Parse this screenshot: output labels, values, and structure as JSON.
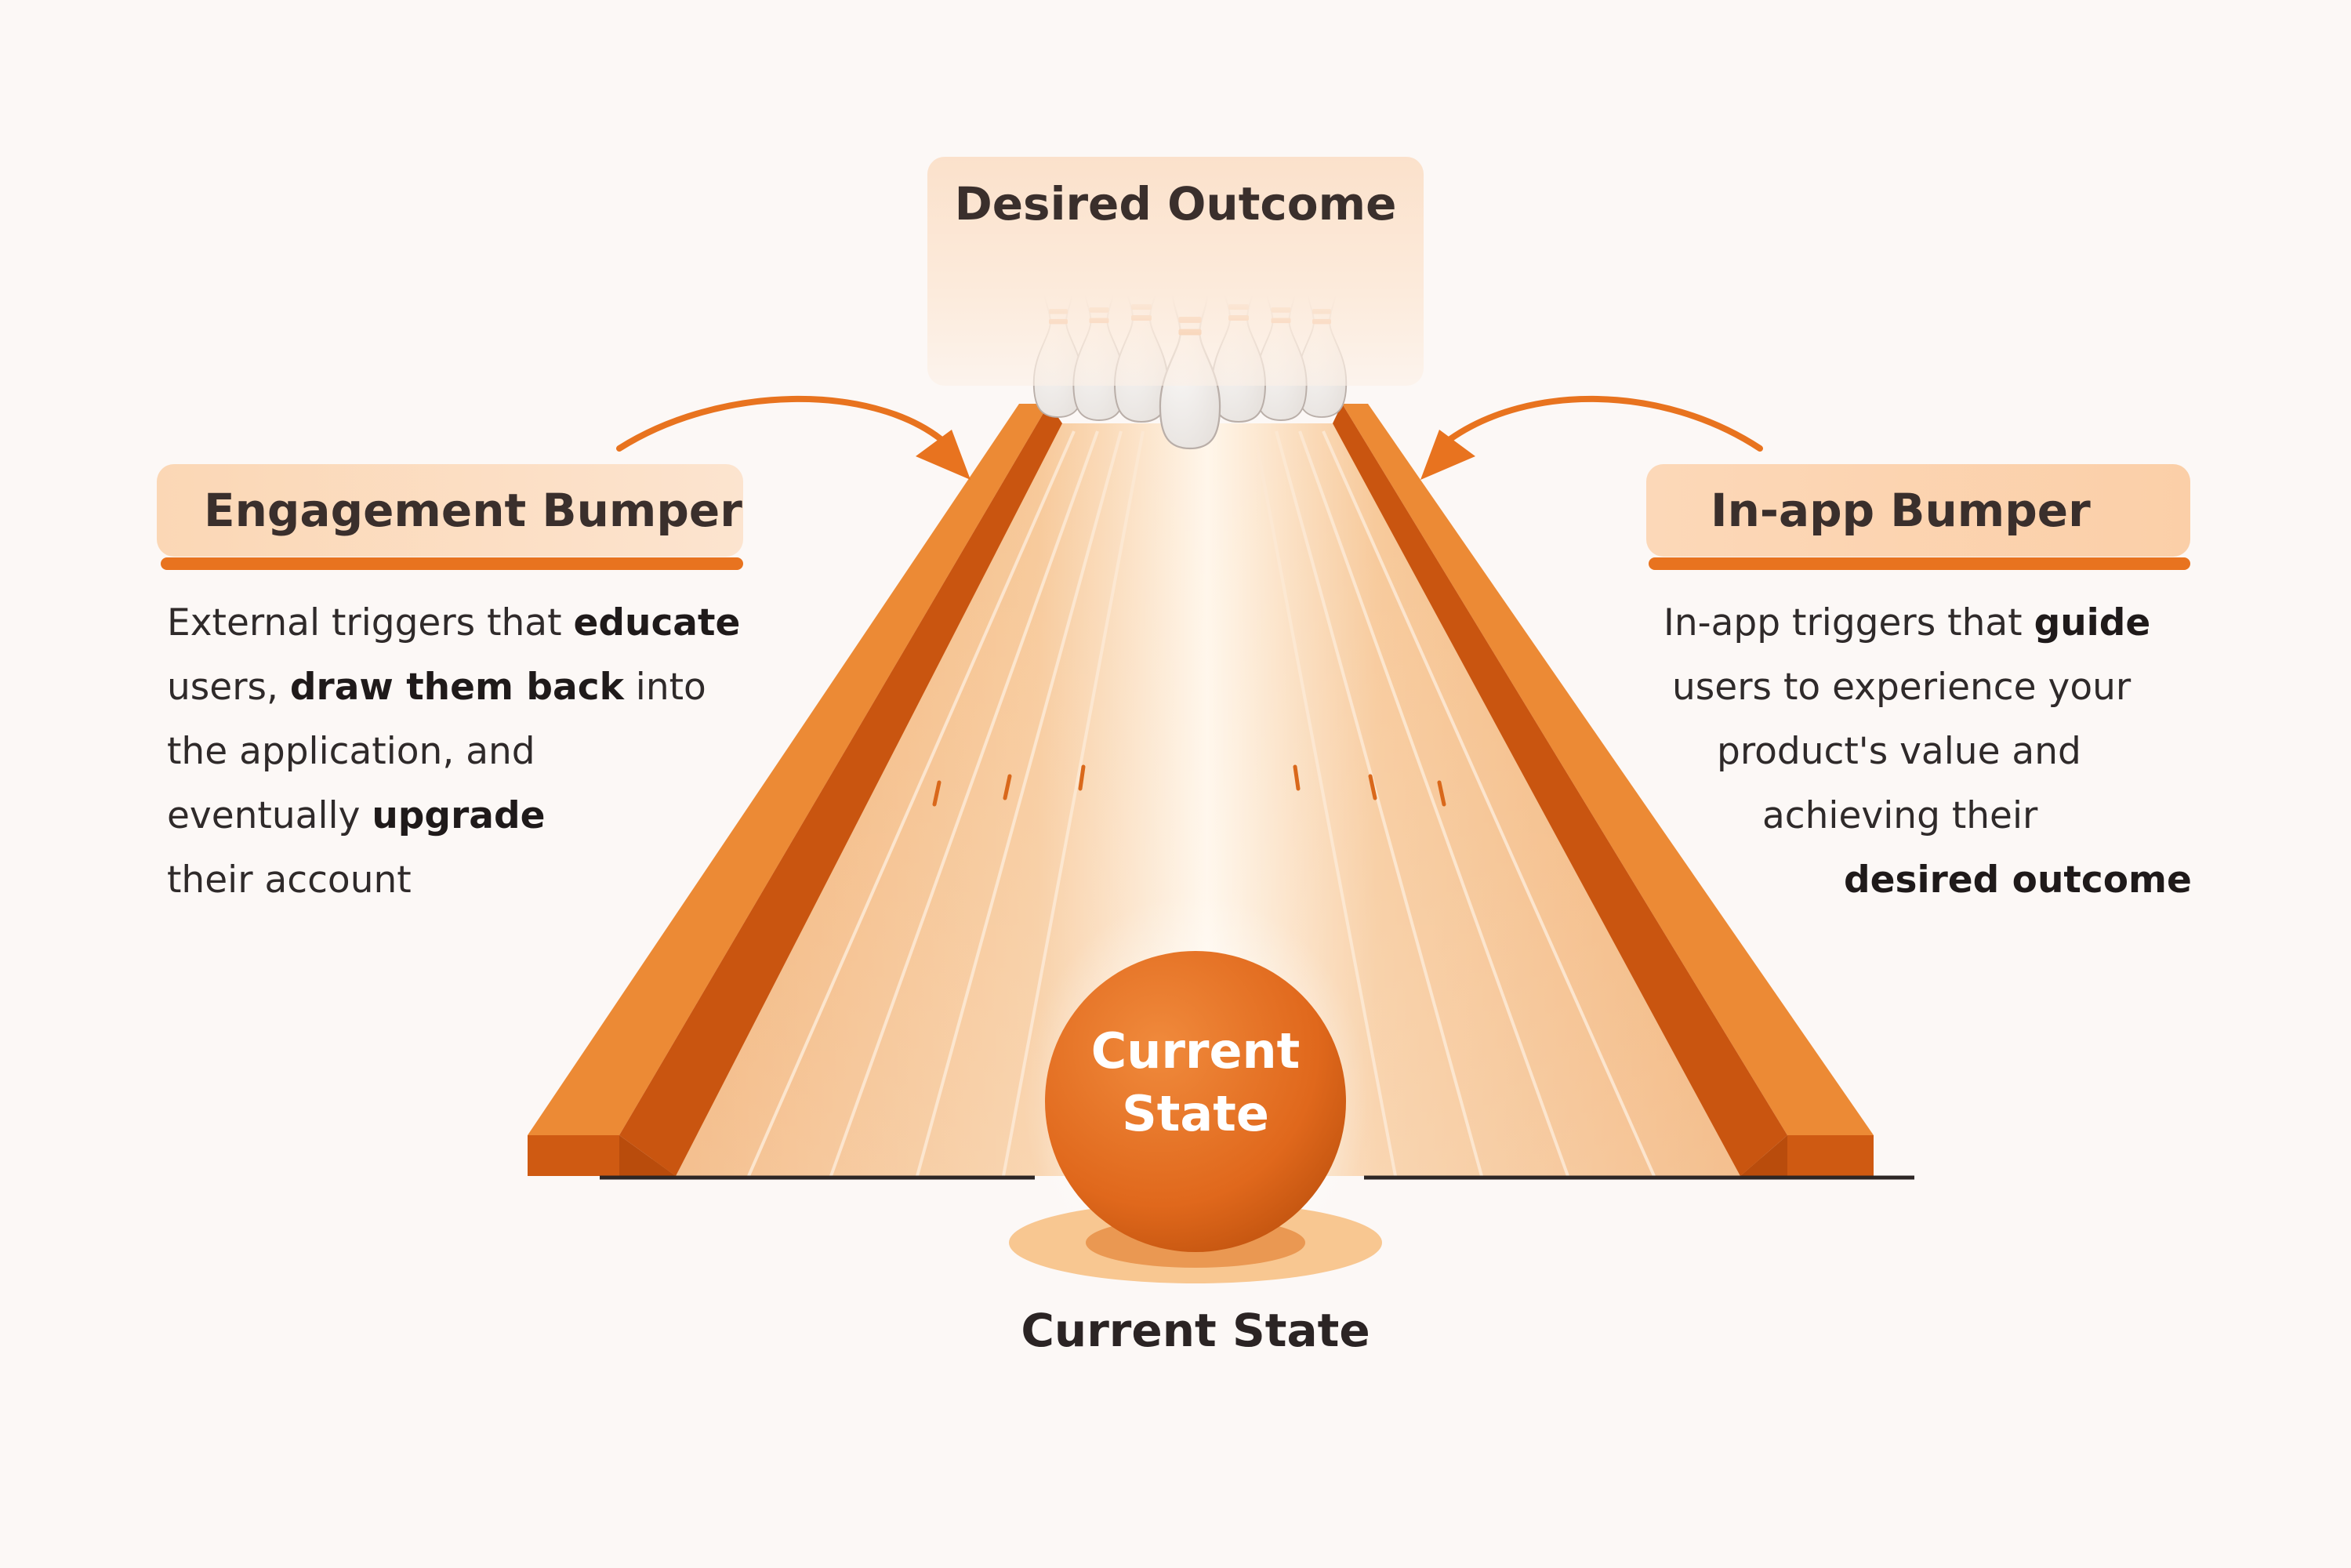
{
  "desired_outcome": {
    "title": "Desired Outcome"
  },
  "engagement_bumper": {
    "title": "Engagement Bumper",
    "description": {
      "line1_a": "External triggers that ",
      "line1_b": "educate",
      "line2_a": "users, ",
      "line2_b": "draw them back",
      "line2_c": " into",
      "line3": "the application, and",
      "line4_a": "eventually ",
      "line4_b": "upgrade",
      "line5": "their account"
    }
  },
  "inapp_bumper": {
    "title": "In-app Bumper",
    "description": {
      "line1_a": "In-app triggers that ",
      "line1_b": "guide",
      "line2": "users to experience your",
      "line3": "product's value and",
      "line4": "achieving their",
      "line5": "desired outcome"
    }
  },
  "ball": {
    "line1": "Current",
    "line2": "State"
  },
  "current_state": {
    "label": "Current State"
  },
  "colors": {
    "accent": "#e8731f",
    "bumper_dark": "#c95510",
    "lane_light": "#fbe3c6",
    "lane_mid": "#f4b77c",
    "background": "#fcf8f6"
  }
}
